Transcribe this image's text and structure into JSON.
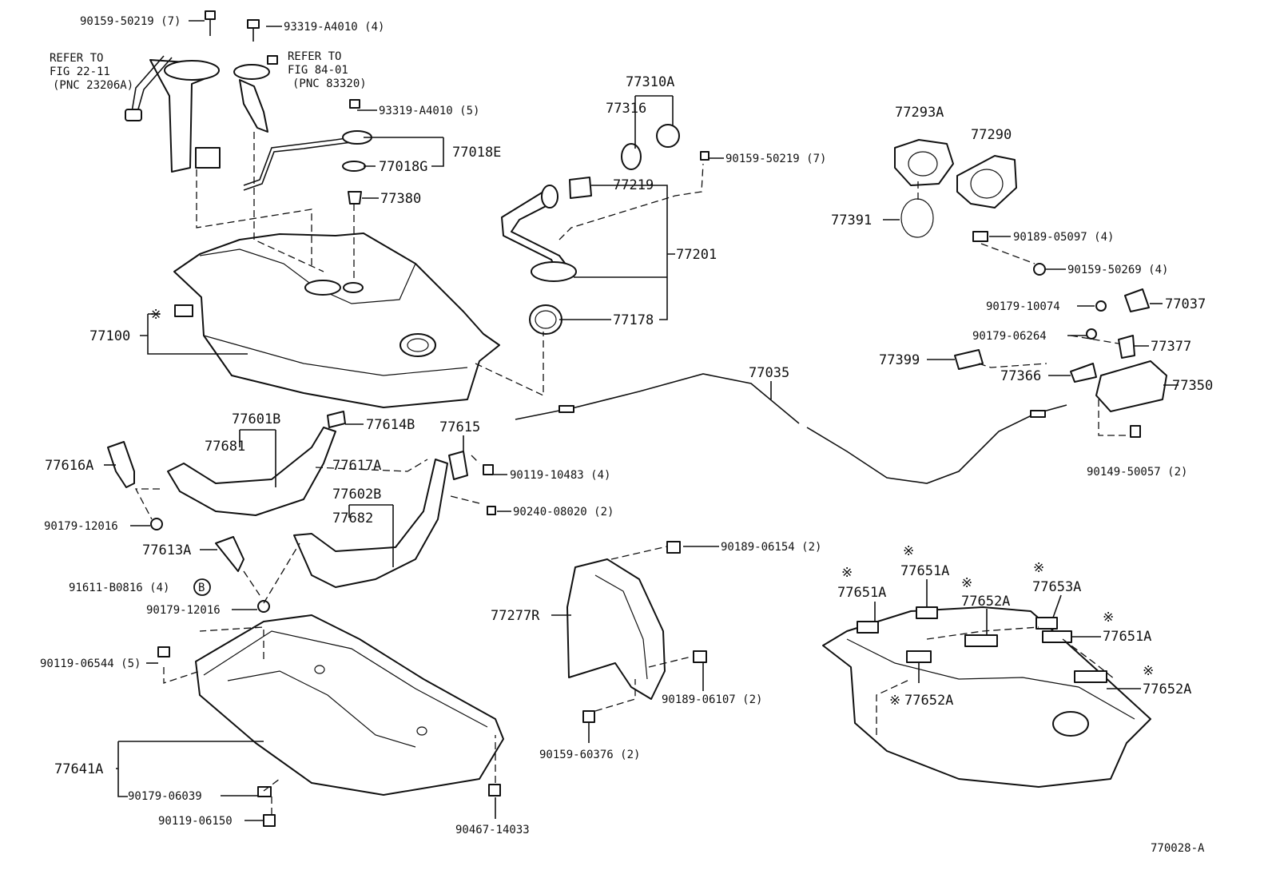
{
  "figure_code": "770028-A",
  "note_symbol": "※",
  "refs": {
    "fig22": [
      "REFER TO",
      "FIG 22-11",
      "(PNC 23206A)"
    ],
    "fig84": [
      "REFER TO",
      "FIG 84-01",
      "(PNC 83320)"
    ]
  },
  "labels": {
    "p90159_50219_top": "90159-50219 (7)",
    "p93319_4": "93319-A4010 (4)",
    "p93319_5": "93319-A4010 (5)",
    "p77018E": "77018E",
    "p77018G": "77018G",
    "p77380": "77380",
    "p77100": "77100",
    "p77310A": "77310A",
    "p77316": "77316",
    "p90159_50219_mid": "90159-50219 (7)",
    "p77219": "77219",
    "p77201": "77201",
    "p77178": "77178",
    "p77293A": "77293A",
    "p77290": "77290",
    "p77391": "77391",
    "p90189_05097": "90189-05097 (4)",
    "p90159_50269": "90159-50269 (4)",
    "p90179_10074": "90179-10074",
    "p77037": "77037",
    "p90179_06264": "90179-06264",
    "p77377": "77377",
    "p77399": "77399",
    "p77366": "77366",
    "p77350": "77350",
    "p77035": "77035",
    "p90149_50057": "90149-50057 (2)",
    "p77601B": "77601B",
    "p77681": "77681",
    "p77614B": "77614B",
    "p77615": "77615",
    "p77616A": "77616A",
    "p77617A": "77617A",
    "p90119_10483": "90119-10483 (4)",
    "p77602B": "77602B",
    "p77682": "77682",
    "p90240_08020": "90240-08020 (2)",
    "p90179_12016_a": "90179-12016",
    "p77613A": "77613A",
    "p91611_B0816": "91611-B0816 (4)",
    "circle_b": "B",
    "p90179_12016_b": "90179-12016",
    "p90189_06154": "90189-06154 (2)",
    "p77277R": "77277R",
    "p90189_06107": "90189-06107 (2)",
    "p90159_60376": "90159-60376 (2)",
    "p90119_06544": "90119-06544 (5)",
    "p77641A": "77641A",
    "p90179_06039": "90179-06039",
    "p90119_06150": "90119-06150",
    "p90467_14033": "90467-14033",
    "p77651A_1": "77651A",
    "p77651A_2": "77651A",
    "p77652A_1": "77652A",
    "p77653A": "77653A",
    "p77651A_3": "77651A",
    "p77652A_2": "77652A",
    "p77652A_3": "77652A"
  }
}
